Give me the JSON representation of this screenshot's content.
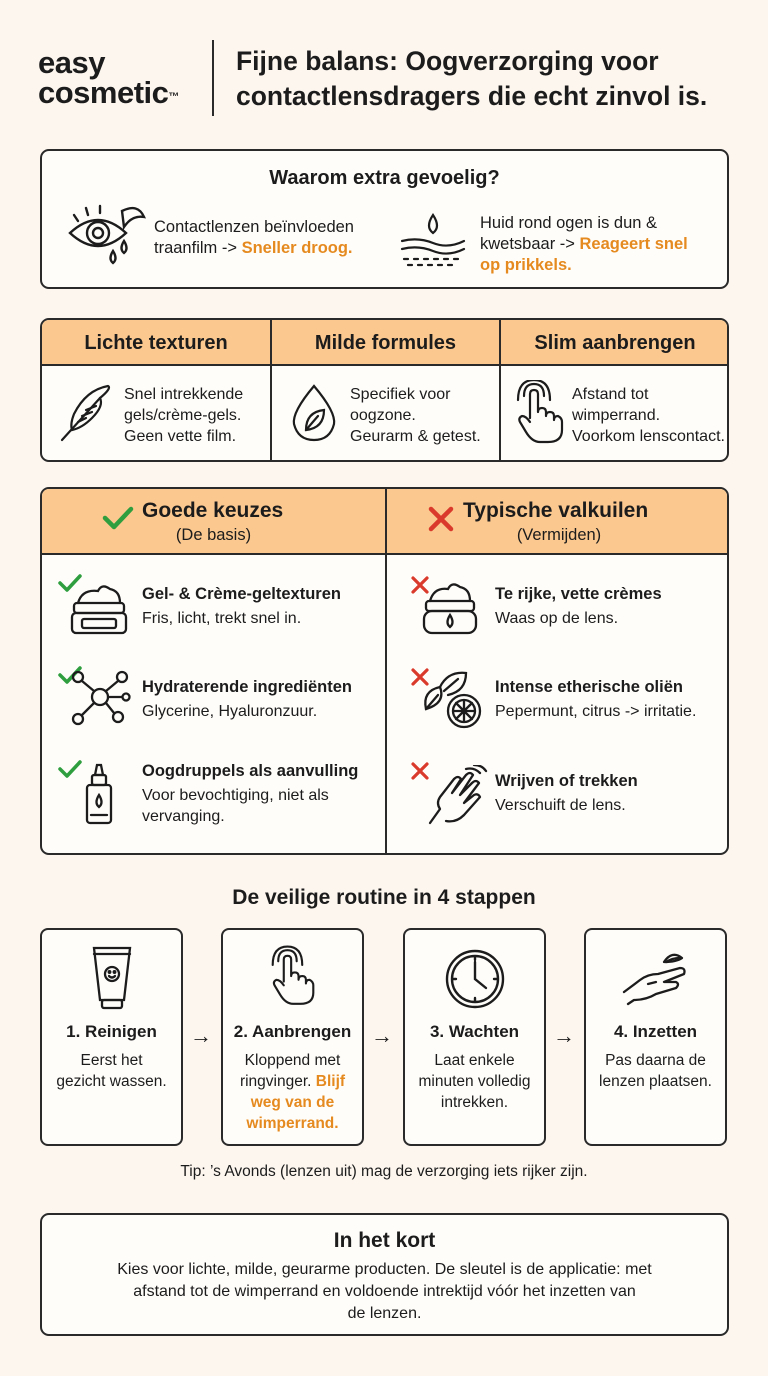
{
  "header": {
    "logo_line1": "easy",
    "logo_line2": "cosmetic",
    "logo_tm": "™",
    "title_line1": "Fijne balans: Oogverzorging voor",
    "title_line2": "contactlensdragers die echt zinvol is."
  },
  "why": {
    "title": "Waarom extra gevoelig?",
    "left_line1": "Contactlenzen beïnvloeden",
    "left_line2_plain": "traanfilm -> ",
    "left_line2_highlight": "Sneller droog.",
    "right_line1": "Huid rond ogen is dun &",
    "right_line2_plain": "kwetsbaar -> ",
    "right_line2_highlight": "Reageert snel",
    "right_line3_highlight": "op prikkels.",
    "left_icon": "eye-contact-lens-icon",
    "right_icon": "skin-layer-drop-icon"
  },
  "principles": [
    {
      "title": "Lichte texturen",
      "lines": [
        "Snel intrekkende",
        "gels/crème-gels.",
        "Geen vette film."
      ],
      "icon": "feather-icon"
    },
    {
      "title": "Milde formules",
      "lines": [
        "Specifiek voor",
        "oogzone.",
        "Geurarm & getest."
      ],
      "icon": "drop-leaf-icon"
    },
    {
      "title": "Slim aanbrengen",
      "lines": [
        "Afstand tot",
        "wimperrand.",
        "Voorkom lenscontact."
      ],
      "icon": "finger-tap-icon"
    }
  ],
  "compare": {
    "good": {
      "title": "Goede keuzes",
      "subtitle": "(De basis)",
      "items": [
        {
          "title": "Gel- & Crème-geltexturen",
          "desc": [
            "Fris, licht, trekt snel in."
          ],
          "icon": "cream-jar-icon"
        },
        {
          "title": "Hydraterende ingrediënten",
          "desc": [
            "Glycerine, Hyaluronzuur."
          ],
          "icon": "molecule-icon"
        },
        {
          "title": "Oogdruppels als aanvulling",
          "desc": [
            "Voor bevochtiging, niet als",
            "vervanging."
          ],
          "icon": "eye-drops-bottle-icon"
        }
      ]
    },
    "bad": {
      "title": "Typische valkuilen",
      "subtitle": "(Vermijden)",
      "items": [
        {
          "title": "Te rijke, vette crèmes",
          "desc": [
            "Waas op de lens."
          ],
          "icon": "rich-cream-jar-icon"
        },
        {
          "title": "Intense etherische oliën",
          "desc": [
            "Pepermunt, citrus -> irritatie."
          ],
          "icon": "mint-citrus-icon"
        },
        {
          "title": "Wrijven of trekken",
          "desc": [
            "Verschuift de lens."
          ],
          "icon": "rubbing-hand-icon"
        }
      ]
    },
    "check_color": "#2e9e3e",
    "cross_color": "#d93a2b"
  },
  "routine": {
    "title": "De veilige routine in 4 stappen",
    "steps": [
      {
        "title": "1. Reinigen",
        "lines": [
          "Eerst het",
          "gezicht wassen."
        ],
        "highlight": [],
        "icon": "cleanser-tube-icon"
      },
      {
        "title": "2. Aanbrengen",
        "lines": [
          "Kloppend met"
        ],
        "mixed_plain": "ringvinger. ",
        "mixed_highlight": "Blijf",
        "highlight": [
          "weg van de",
          "wimperrand."
        ],
        "icon": "finger-tap-icon"
      },
      {
        "title": "3. Wachten",
        "lines": [
          "Laat enkele",
          "minuten volledig",
          "intrekken."
        ],
        "highlight": [],
        "icon": "clock-icon"
      },
      {
        "title": "4. Inzetten",
        "lines": [
          "Pas daarna de",
          "lenzen plaatsen."
        ],
        "highlight": [],
        "icon": "lens-on-finger-icon"
      }
    ],
    "arrow": "→",
    "tip": "Tip: ’s Avonds (lenzen uit) mag de verzorging iets rijker zijn."
  },
  "summary": {
    "title": "In het kort",
    "line1": "Kies voor lichte, milde, geurarme producten. De sleutel is de applicatie: met",
    "line2": "afstand tot de wimperrand en voldoende intrektijd vóór het inzetten van",
    "line3": "de lenzen."
  },
  "colors": {
    "accent": "#e58a1f",
    "header_fill": "#fbc88f",
    "background": "#fdf6ef"
  }
}
